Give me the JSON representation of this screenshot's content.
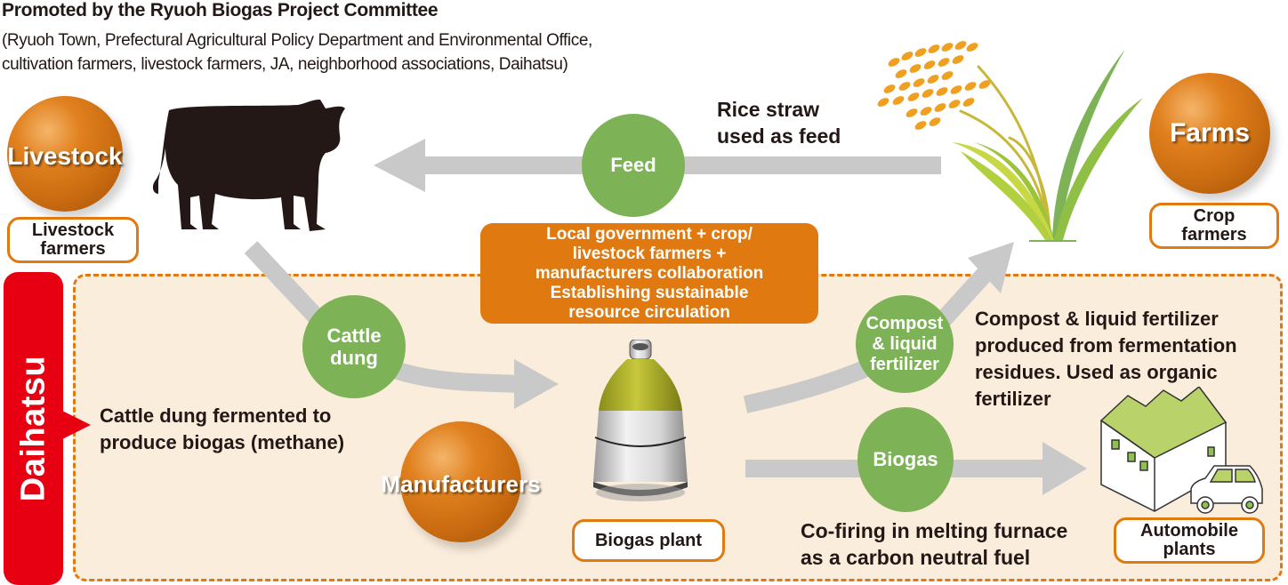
{
  "header": {
    "title": "Promoted by the Ryuoh Biogas Project Committee",
    "subtitle_lines": [
      "(Ryuoh Town, Prefectural Agricultural Policy Department and Environmental Office,",
      "cultivation farmers, livestock farmers, JA, neighborhood associations, Daihatsu)"
    ]
  },
  "actors": {
    "livestock": {
      "sphere_label": "Livestock",
      "role_lines": [
        "Livestock",
        "farmers"
      ]
    },
    "farms": {
      "sphere_label": "Farms",
      "role_lines": [
        "Crop",
        "farmers"
      ]
    },
    "manufacturers": {
      "sphere_label": "Manufacturers"
    }
  },
  "flows": {
    "feed": {
      "label": "Feed",
      "caption_lines": [
        "Rice straw",
        "used as feed"
      ]
    },
    "cattle_dung": {
      "label_lines": [
        "Cattle",
        "dung"
      ]
    },
    "compost": {
      "label_lines": [
        "Compost",
        "& liquid",
        "fertilizer"
      ],
      "caption_lines": [
        "Compost & liquid fertilizer",
        "produced from fermentation",
        "residues. Used as organic",
        "fertilizer"
      ]
    },
    "biogas": {
      "label": "Biogas",
      "caption_lines": [
        "Co-firing in melting furnace",
        "as a carbon neutral fuel"
      ]
    }
  },
  "callout": {
    "lines": [
      "Local government + crop/",
      "livestock farmers +",
      "manufacturers collaboration",
      "Establishing sustainable",
      "resource circulation"
    ]
  },
  "daihatsu": {
    "tab_label": "Daihatsu",
    "note_lines": [
      "Cattle dung fermented to",
      "produce biogas (methane)"
    ]
  },
  "facilities": {
    "biogas_plant": "Biogas plant",
    "automobile_plants_lines": [
      "Automobile",
      "plants"
    ]
  },
  "colors": {
    "orange": "#e07a10",
    "green": "#7db356",
    "red": "#e60012",
    "panel_bg": "#fbeddc",
    "arrow_gray": "#c9c9c9"
  }
}
